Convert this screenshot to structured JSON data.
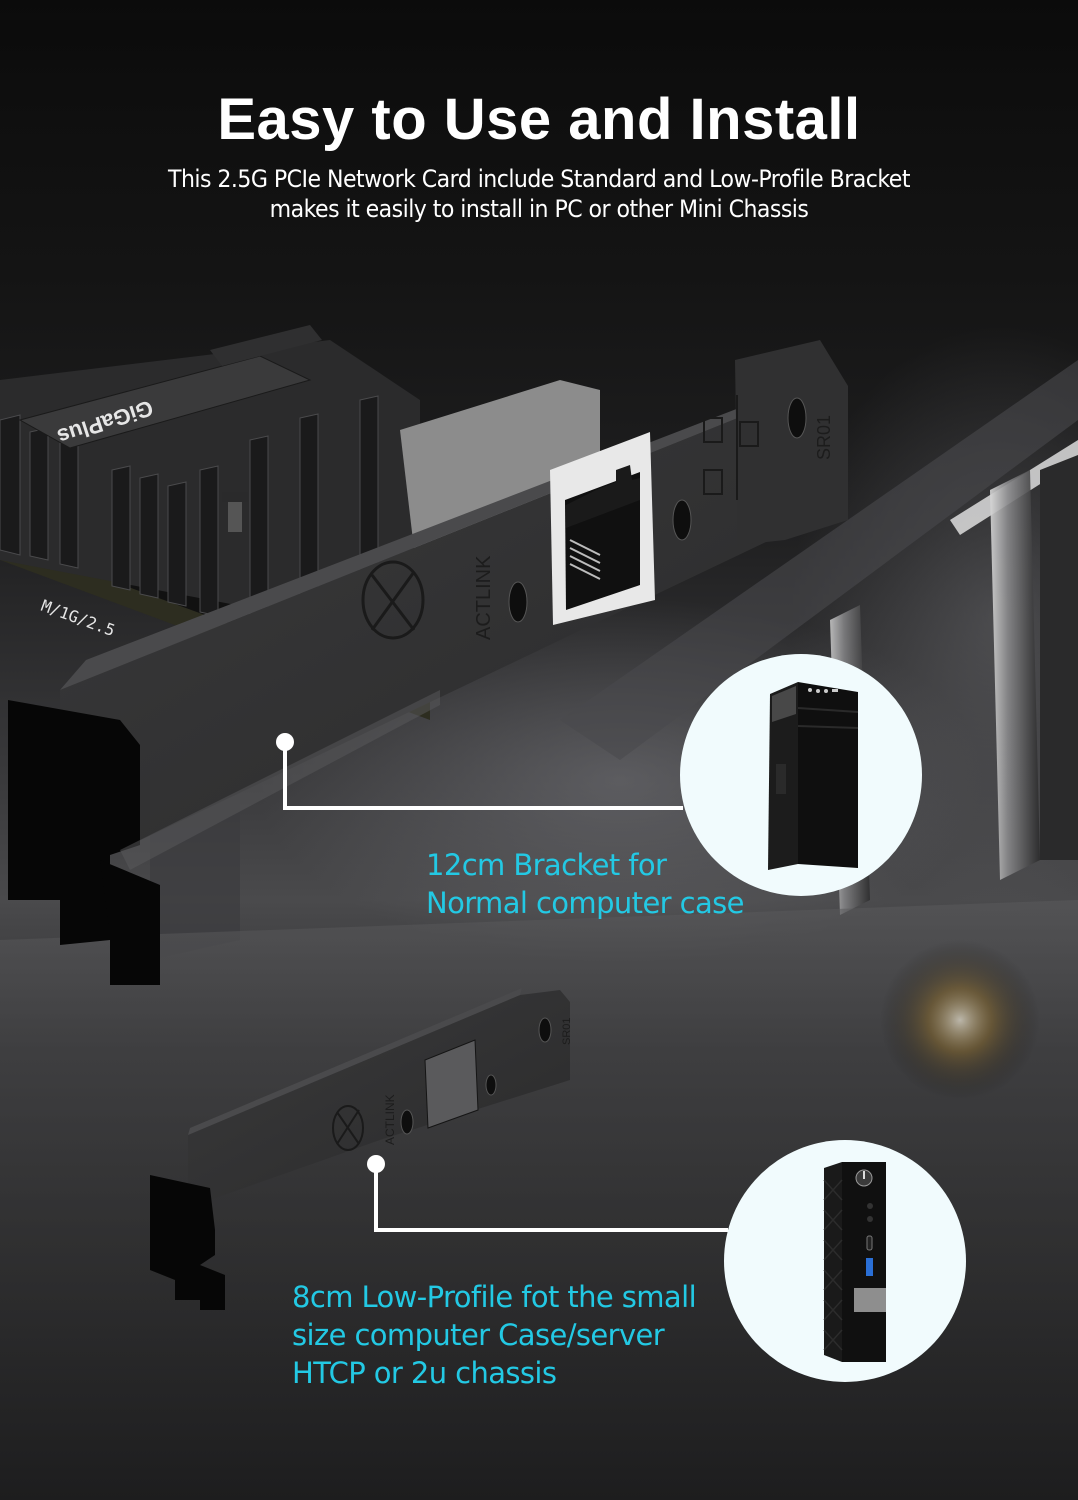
{
  "header": {
    "title": "Easy to Use and Install",
    "subtitle_line1": "This 2.5G PCIe Network Card include Standard and Low-Profile Bracket",
    "subtitle_line2": "makes it easily to install in PC or other Mini Chassis"
  },
  "product": {
    "heatsink_brand": "GiGaPlus",
    "pcb_print": "M/1G/2.5",
    "bracket_brand": "ACTLINK",
    "bracket_code": "SR01"
  },
  "callouts": [
    {
      "line1": "12cm Bracket for",
      "line2": "Normal computer case",
      "image": "tower-pc-case"
    },
    {
      "line1": "8cm Low-Profile fot the small",
      "line2": "size computer Case/server",
      "line3": "HTCP or 2u chassis",
      "image": "mini-pc-case"
    }
  ],
  "colors": {
    "accent_text": "#23c9e4",
    "title_text": "#ffffff",
    "circle_bg": "#f1fbfd",
    "bracket": "#2a2a2b"
  }
}
